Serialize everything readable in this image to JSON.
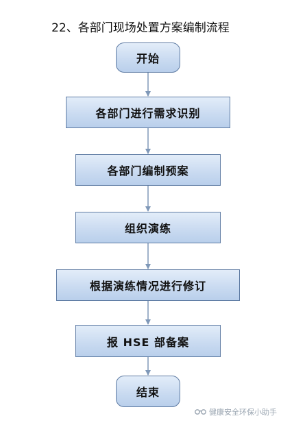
{
  "title": "22、各部门现场处置方案编制流程",
  "nodes": [
    {
      "id": "start",
      "label": "开始",
      "shape": "rounded"
    },
    {
      "id": "identify",
      "label": "各部门进行需求识别",
      "shape": "rect"
    },
    {
      "id": "compile",
      "label": "各部门编制预案",
      "shape": "rect"
    },
    {
      "id": "drill",
      "label": "组织演练",
      "shape": "rect"
    },
    {
      "id": "revise",
      "label": "根据演练情况进行修订",
      "shape": "rect"
    },
    {
      "id": "report",
      "label": "报 HSE 部备案",
      "shape": "rect"
    },
    {
      "id": "end",
      "label": "结束",
      "shape": "rounded"
    }
  ],
  "edges": [
    {
      "from": "start",
      "to": "identify"
    },
    {
      "from": "identify",
      "to": "compile"
    },
    {
      "from": "compile",
      "to": "drill"
    },
    {
      "from": "drill",
      "to": "revise"
    },
    {
      "from": "revise",
      "to": "report"
    },
    {
      "from": "report",
      "to": "end"
    }
  ],
  "colors": {
    "node_fill": "#cadbf1",
    "node_border": "#5d7aa2",
    "arrow": "#7f98b8"
  },
  "watermark": {
    "text": "健康安全环保小助手",
    "icon": "wechat-channel-icon"
  }
}
